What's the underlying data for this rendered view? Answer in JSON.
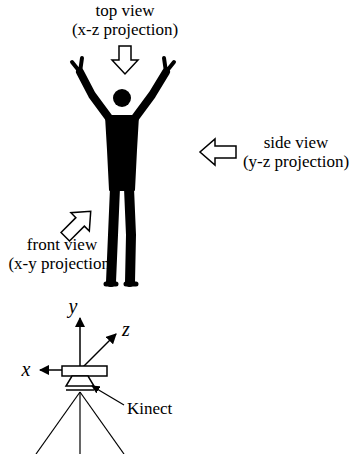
{
  "diagram": {
    "labels": [
      "top view",
      "(x-z projection)",
      "side view",
      "(y-z projection)",
      "front view",
      "(x-y projection)",
      "y",
      "z",
      "x",
      "Kinect"
    ]
  }
}
